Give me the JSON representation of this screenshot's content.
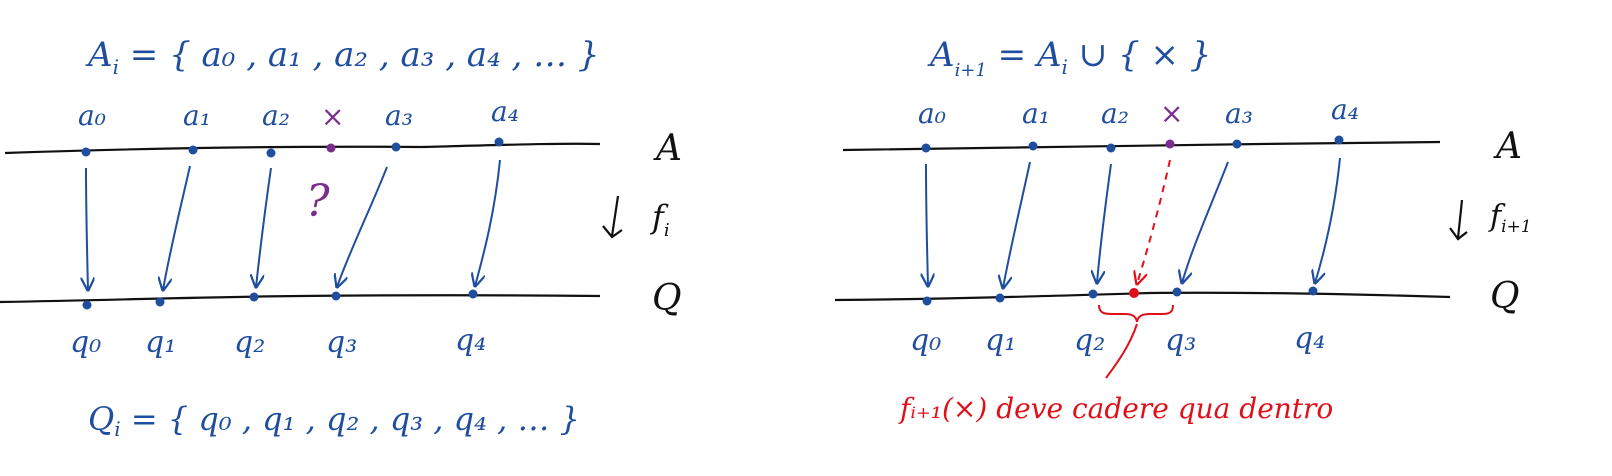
{
  "colors": {
    "blue": "#1f4e9e",
    "purple": "#7b2d8e",
    "red": "#e0101a",
    "black": "#111111"
  },
  "left": {
    "set_A": "A_i = { a₀ , a₁ , a₂ , a₃ , a₄ , … }",
    "set_A_main": "A",
    "set_A_sub": "i",
    "set_A_rest": " = { a₀ , a₁ , a₂ , a₃ , a₄ , … }",
    "top_labels": [
      "a₀",
      "a₁",
      "a₂",
      "×",
      "a₃",
      "a₄"
    ],
    "bottom_labels": [
      "q₀",
      "q₁",
      "q₂",
      "q₃",
      "q₄"
    ],
    "missing_mark": "?",
    "map_label_main": "f",
    "map_label_sub": "i",
    "set_Q_main": "Q",
    "set_Q_sub": "i",
    "set_Q_rest": " = { q₀ , q₁ , q₂ , q₃ , q₄ , … }"
  },
  "right": {
    "set_A_main": "A",
    "set_A_sub": "i+1",
    "set_A_mid": " = A",
    "set_A_mid_sub": "i",
    "set_A_rest": " ∪ { × }",
    "top_labels": [
      "a₀",
      "a₁",
      "a₂",
      "×",
      "a₃",
      "a₄"
    ],
    "bottom_labels": [
      "q₀",
      "q₁",
      "q₂",
      "q₃",
      "q₄"
    ],
    "map_label_main": "f",
    "map_label_sub": "i+1",
    "note": "fᵢ₊₁(×) deve cadere qua dentro"
  },
  "axis_labels": {
    "top": "A",
    "bottom": "Q"
  }
}
